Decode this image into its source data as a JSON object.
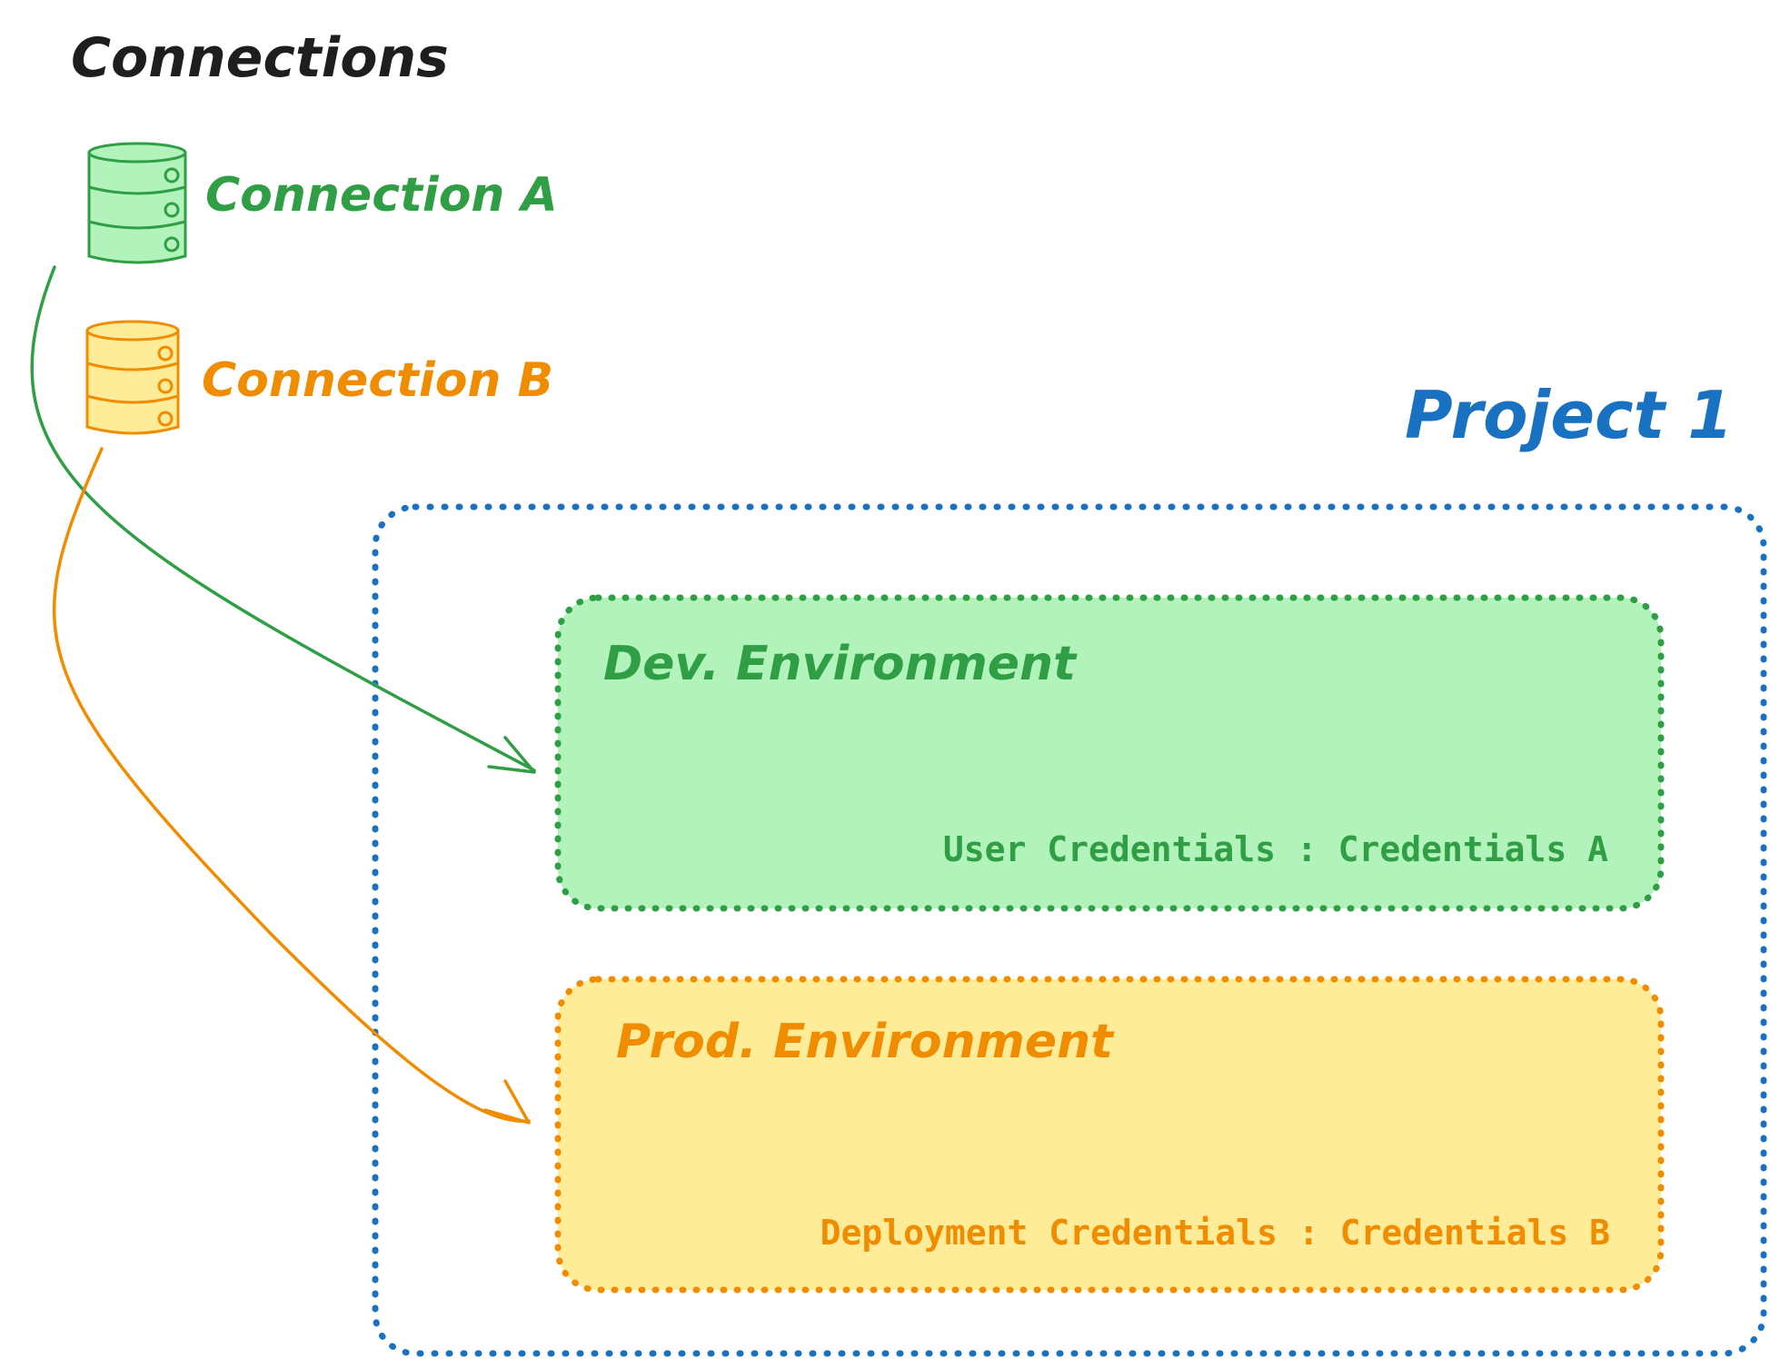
{
  "section_title": "Connections",
  "connections": [
    {
      "label": "Connection A",
      "color": "#2f9e44",
      "fill": "#b2f2bb"
    },
    {
      "label": "Connection B",
      "color": "#f08c00",
      "fill": "#ffec99"
    }
  ],
  "project": {
    "label": "Project 1",
    "color": "#1971c2"
  },
  "environments": [
    {
      "label": "Dev. Environment",
      "credentials": "User Credentials : Credentials A",
      "color": "#2f9e44",
      "fill": "#b2f2bb"
    },
    {
      "label": "Prod. Environment",
      "credentials": "Deployment Credentials : Credentials B",
      "color": "#f08c00",
      "fill": "#ffec99"
    }
  ],
  "title_color": "#1e1e1e",
  "icons": {
    "connection": "database-icon"
  }
}
